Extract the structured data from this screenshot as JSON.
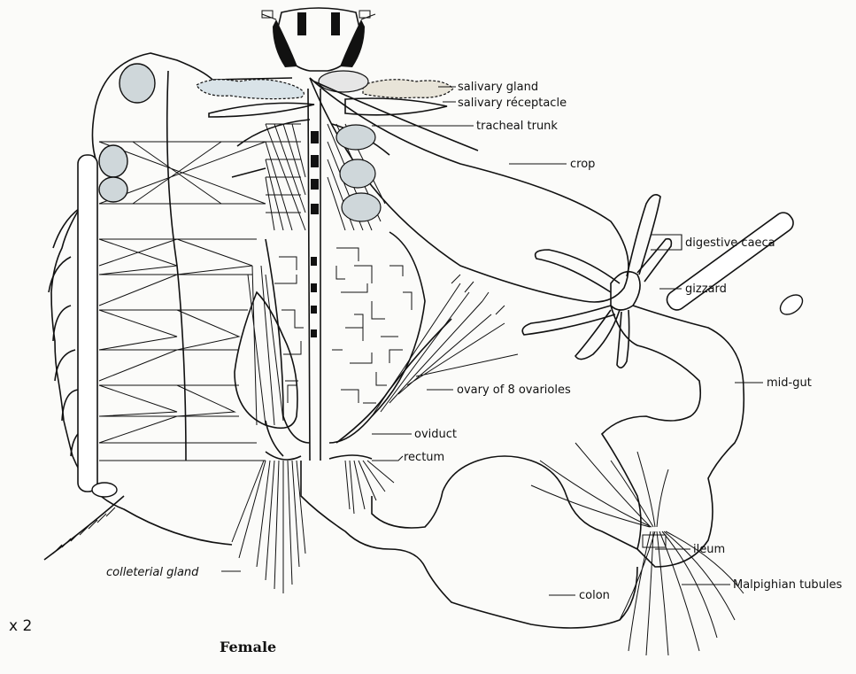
{
  "diagram": {
    "caption": "Female",
    "scale": "x 2",
    "labels": {
      "salivary_gland": "salivary gland",
      "salivary_receptacle": "salivary réceptacle",
      "tracheal_trunk": "tracheal trunk",
      "crop": "crop",
      "digestive_caeca": "digestive caeca",
      "gizzard": "gizzard",
      "mid_gut": "mid-gut",
      "ovary": "ovary of 8 ovarioles",
      "oviduct": "oviduct",
      "rectum": "rectum",
      "colleterial_gland": "colleterial gland",
      "ileum": "ileum",
      "malpighian_tubules": "Malpighian tubules",
      "colon": "colon"
    }
  }
}
